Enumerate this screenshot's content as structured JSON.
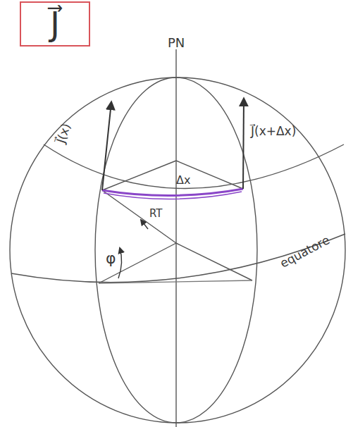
{
  "diagram": {
    "nodes": [
      {
        "text": [
          "J⃗"
        ]
      }
    ],
    "labels": [
      "PN",
      "J⃗(x)",
      "J⃗(x+Δx)",
      "Δx",
      "φ",
      "RT",
      "equatore"
    ]
  }
}
